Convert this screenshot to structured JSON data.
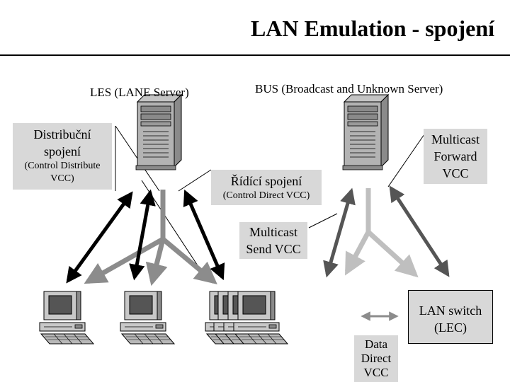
{
  "title": "LAN Emulation - spojení",
  "les_label": "LES (LANE Server)",
  "bus_label": "BUS (Broadcast and Unknown Server)",
  "distribution": {
    "line1": "Distribuční",
    "line2": "spojení",
    "sub1": "(Control Distribute",
    "sub2": "VCC)"
  },
  "control_direct": {
    "main": "Řídící spojení",
    "sub": "(Control Direct VCC)"
  },
  "multicast_forward": {
    "line1": "Multicast",
    "line2": "Forward",
    "line3": "VCC"
  },
  "multicast_send": {
    "line1": "Multicast",
    "line2": "Send VCC"
  },
  "lan_switch": {
    "line1": "LAN switch",
    "line2": "(LEC)"
  },
  "data_direct": {
    "line1": "Data",
    "line2": "Direct",
    "line3": "VCC"
  },
  "colors": {
    "black_arrow": "#000000",
    "dark_gray_arrow": "#555555",
    "mid_gray_arrow": "#8c8c8c",
    "light_gray_arrow": "#bfbfbf",
    "label_box": "#d8d8d8"
  },
  "icons": [
    "server-icon",
    "computer-icon"
  ]
}
